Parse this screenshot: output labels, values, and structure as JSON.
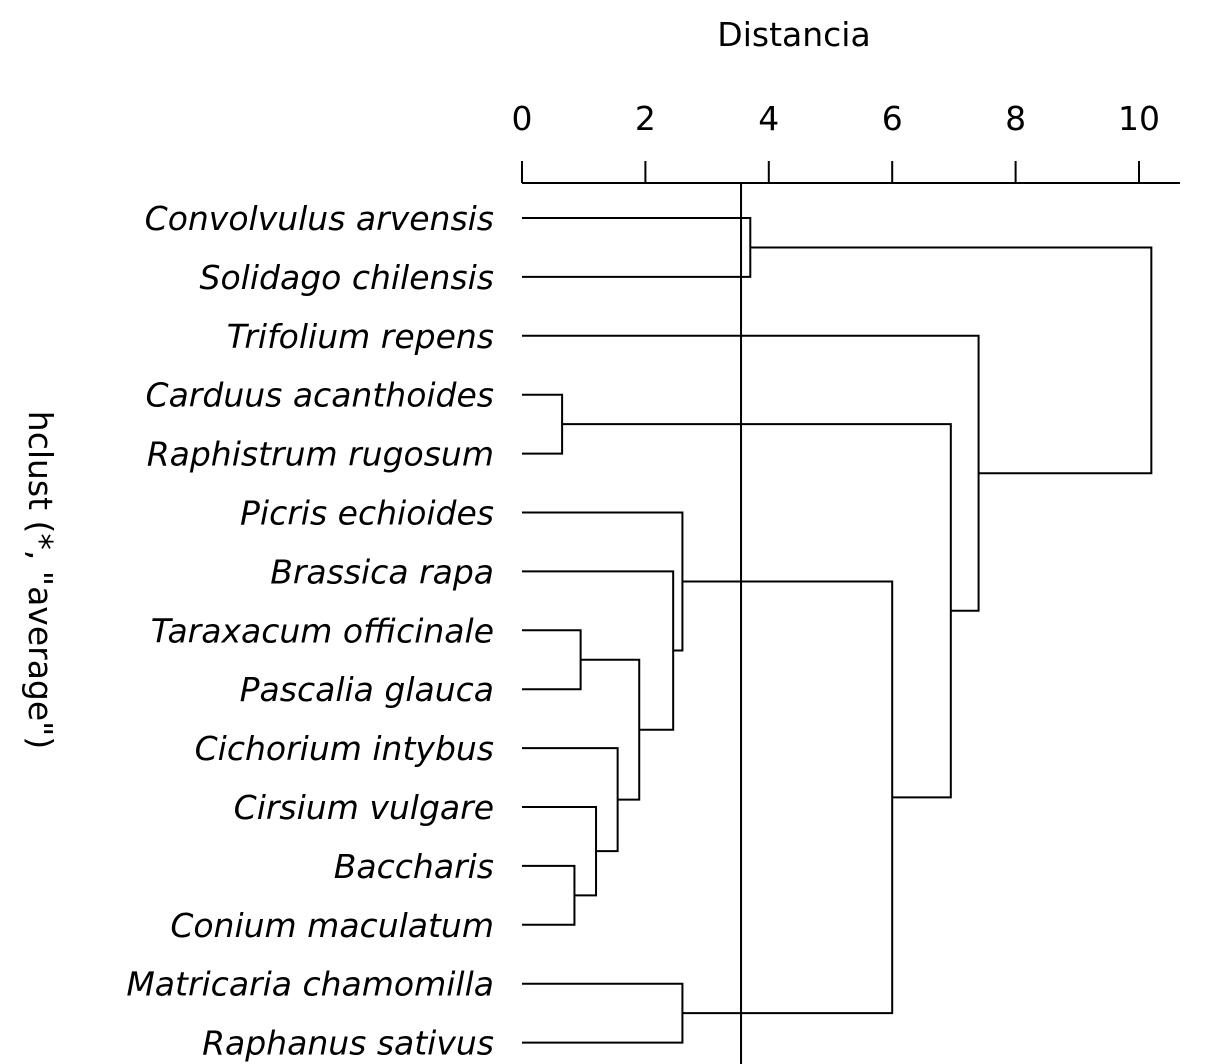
{
  "chart_data": {
    "type": "dendrogram",
    "xlabel": "Distancia",
    "ylabel": "hclust (*, \"average\")",
    "xlim": [
      0,
      10.5
    ],
    "x_ticks": [
      0,
      2,
      4,
      6,
      8,
      10
    ],
    "x_tick_labels": [
      "0",
      "2",
      "4",
      "6",
      "8",
      "10"
    ],
    "cut_height": 3.55,
    "leaves": [
      "Convolvulus arvensis",
      "Solidago chilensis",
      "Trifolium repens",
      "Carduus acanthoides",
      "Raphistrum rugosum",
      "Picris echioides",
      "Brassica rapa",
      "Taraxacum officinale",
      "Pascalia glauca",
      "Cichorium intybus",
      "Cirsium vulgare",
      "Baccharis",
      "Conium maculatum",
      "Matricaria chamomilla",
      "Raphanus sativus"
    ],
    "merges": [
      {
        "id": "m1",
        "left": "leaf:0",
        "right": "leaf:1",
        "height": 3.7
      },
      {
        "id": "m2",
        "left": "leaf:3",
        "right": "leaf:4",
        "height": 0.65
      },
      {
        "id": "m3",
        "left": "leaf:11",
        "right": "leaf:12",
        "height": 0.85
      },
      {
        "id": "m4",
        "left": "leaf:7",
        "right": "leaf:8",
        "height": 0.95
      },
      {
        "id": "m5",
        "left": "leaf:10",
        "right": "m3",
        "height": 1.2
      },
      {
        "id": "m6",
        "left": "leaf:9",
        "right": "m5",
        "height": 1.55
      },
      {
        "id": "m7",
        "left": "m4",
        "right": "m6",
        "height": 1.9
      },
      {
        "id": "m8",
        "left": "leaf:6",
        "right": "m7",
        "height": 2.45
      },
      {
        "id": "m9",
        "left": "leaf:5",
        "right": "m8",
        "height": 2.6
      },
      {
        "id": "m10",
        "left": "leaf:13",
        "right": "leaf:14",
        "height": 2.6
      },
      {
        "id": "m11",
        "left": "m9",
        "right": "m10",
        "height": 6.0
      },
      {
        "id": "m12",
        "left": "m2",
        "right": "m11",
        "height": 6.95
      },
      {
        "id": "m13",
        "left": "leaf:2",
        "right": "m12",
        "height": 7.4
      },
      {
        "id": "m14",
        "left": "m1",
        "right": "m13",
        "height": 10.2
      }
    ]
  }
}
